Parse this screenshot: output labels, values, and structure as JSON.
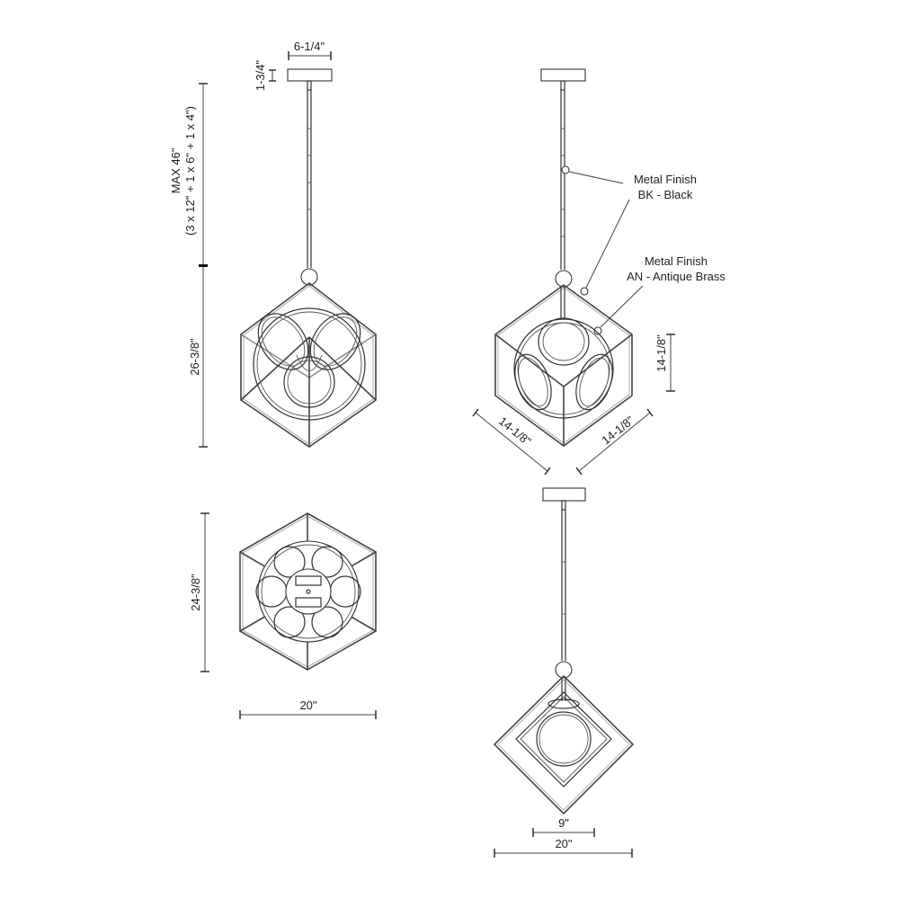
{
  "drawing": {
    "title": "Pendant light fixture dimension drawing",
    "views": {
      "front": {
        "canopy_width": "6-1/4\"",
        "canopy_height": "1-3/4\"",
        "max_drop": "MAX 46\"",
        "drop_formula": "(3 x 12\" + 1 x 6\" + 1 x 4\")",
        "body_height": "26-3/8\""
      },
      "perspective": {
        "side_a": "14-1/8\"",
        "side_b": "14-1/8\"",
        "side_height": "14-1/8\""
      },
      "top": {
        "height": "24-3/8\"",
        "width": "20\""
      },
      "side": {
        "inner_width": "9\"",
        "outer_width": "20\""
      }
    },
    "callouts": [
      {
        "line1": "Metal Finish",
        "line2": "BK - Black"
      },
      {
        "line1": "Metal Finish",
        "line2": "AN - Antique Brass"
      }
    ]
  }
}
